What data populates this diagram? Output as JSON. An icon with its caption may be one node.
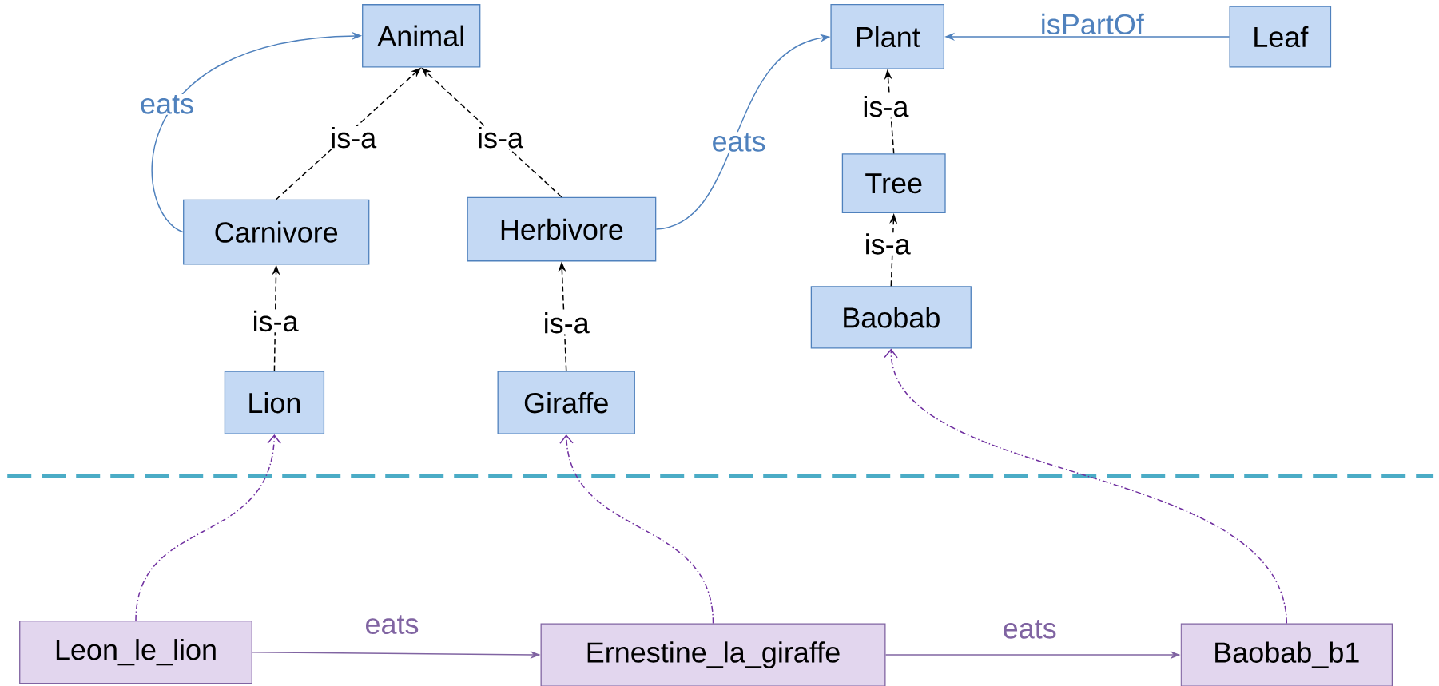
{
  "diagram": {
    "nodes": [
      {
        "text": [
          "Animal"
        ]
      },
      {
        "text": [
          "Plant"
        ]
      },
      {
        "text": [
          "Leaf"
        ]
      },
      {
        "text": [
          "Carnivore"
        ]
      },
      {
        "text": [
          "Herbivore"
        ]
      },
      {
        "text": [
          "Tree"
        ]
      },
      {
        "text": [
          "Baobab"
        ]
      },
      {
        "text": [
          "Lion"
        ]
      },
      {
        "text": [
          "Giraffe"
        ]
      },
      {
        "text": [
          "Leon_le_lion"
        ]
      },
      {
        "text": [
          "Ernestine_la_giraffe"
        ]
      },
      {
        "text": [
          "Baobab_b1"
        ]
      }
    ],
    "edges": [
      {
        "from": 3,
        "to": 0,
        "arrow": "to",
        "label": "is-a",
        "style": "dashed"
      },
      {
        "from": 4,
        "to": 0,
        "arrow": "to",
        "label": "is-a",
        "style": "dashed"
      },
      {
        "from": 7,
        "to": 3,
        "arrow": "to",
        "label": "is-a",
        "style": "dashed"
      },
      {
        "from": 8,
        "to": 4,
        "arrow": "to",
        "label": "is-a",
        "style": "dashed"
      },
      {
        "from": 5,
        "to": 1,
        "arrow": "to",
        "label": "is-a",
        "style": "dashed"
      },
      {
        "from": 6,
        "to": 5,
        "arrow": "to",
        "label": "is-a",
        "style": "dashed"
      },
      {
        "from": 3,
        "to": 0,
        "arrow": "to",
        "label": "eats",
        "color": "#4f81bd"
      },
      {
        "from": 4,
        "to": 1,
        "arrow": "to",
        "label": "eats",
        "color": "#4f81bd"
      },
      {
        "from": 2,
        "to": 1,
        "arrow": "to",
        "label": "isPartOf",
        "color": "#4f81bd"
      },
      {
        "from": 9,
        "to": 7,
        "arrow": "to",
        "style": "dashed",
        "color": "#7030a0"
      },
      {
        "from": 10,
        "to": 8,
        "arrow": "to",
        "style": "dashed",
        "color": "#7030a0"
      },
      {
        "from": 11,
        "to": 6,
        "arrow": "to",
        "style": "dashed",
        "color": "#7030a0"
      },
      {
        "from": 9,
        "to": 10,
        "arrow": "to",
        "label": "eats",
        "color": "#8064a2"
      },
      {
        "from": 10,
        "to": 11,
        "arrow": "to",
        "label": "eats",
        "color": "#8064a2"
      }
    ]
  }
}
